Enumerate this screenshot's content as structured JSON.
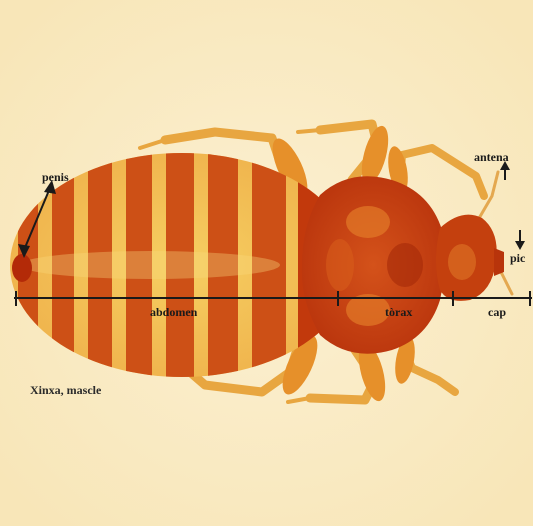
{
  "labels": {
    "penis": "penis",
    "antena": "antena",
    "pic": "pic",
    "abdomen": "abdomen",
    "torax": "tòrax",
    "cap": "cap"
  },
  "caption": "Xinxa, mascle",
  "colors": {
    "background": "#fbecc4",
    "body_light": "#f6d06a",
    "body_mid": "#e59a2c",
    "body_dark": "#c0360a",
    "legs": "#e8a640",
    "ink": "#1a1a1a"
  }
}
